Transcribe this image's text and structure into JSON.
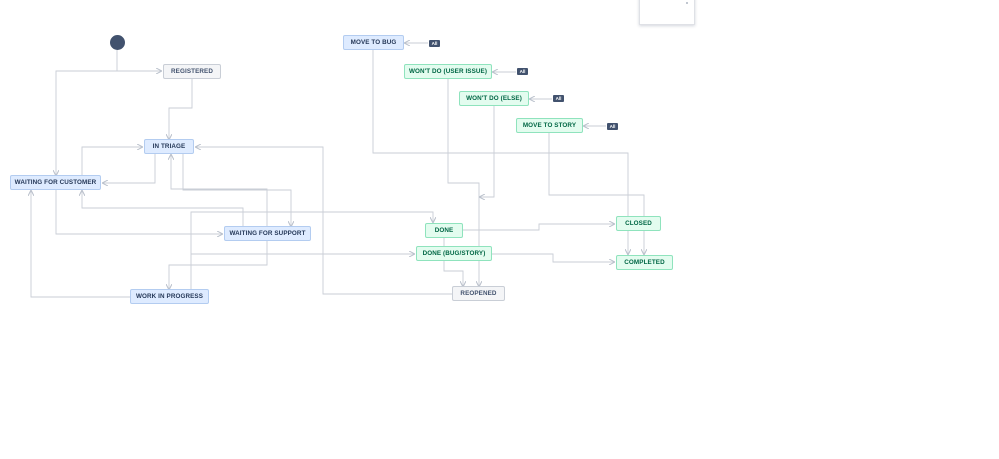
{
  "diagram": {
    "statuses": {
      "registered": "REGISTERED",
      "in_triage": "IN TRIAGE",
      "waiting_for_customer": "WAITING FOR CUSTOMER",
      "waiting_for_support": "WAITING FOR SUPPORT",
      "work_in_progress": "WORK IN PROGRESS",
      "move_to_bug": "MOVE TO BUG",
      "wont_do_user_issue": "WON'T DO (USER ISSUE)",
      "wont_do_else": "WON'T DO (ELSE)",
      "move_to_story": "MOVE TO STORY",
      "done": "DONE",
      "done_bug_story": "DONE (BUG/STORY)",
      "reopened": "REOPENED",
      "closed": "CLOSED",
      "completed": "COMPLETED"
    },
    "global_badge": "All"
  },
  "colors": {
    "todo_fill": "#f4f5f7",
    "in_progress_fill": "#deebff",
    "done_fill": "#e3fcef",
    "connector": "#c1c7d0",
    "start_dot": "#42526e"
  }
}
